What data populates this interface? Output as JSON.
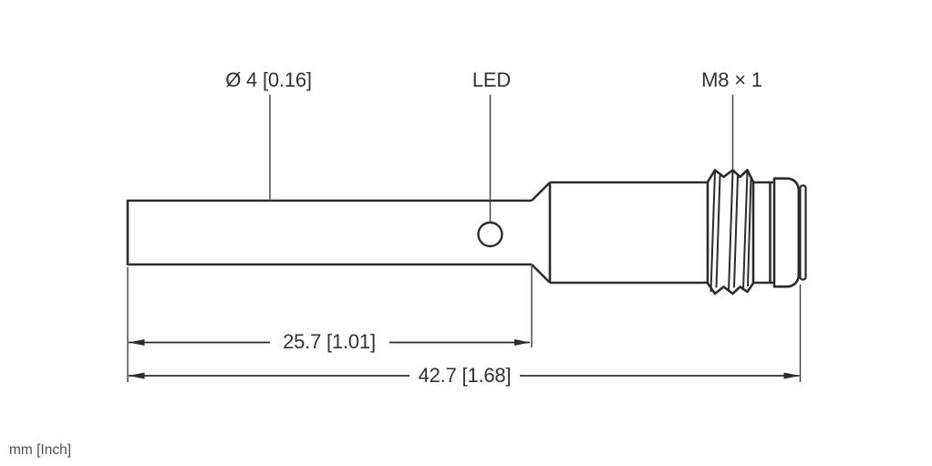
{
  "labels": {
    "diameter": "Ø 4 [0.16]",
    "led": "LED",
    "thread": "M8 × 1"
  },
  "dimensions": {
    "barrel_length": "25.7 [1.01]",
    "overall_length": "42.7 [1.68]"
  },
  "units": "mm [Inch]",
  "colors": {
    "line_color": "#2c2c2c",
    "text_color": "#333333",
    "units_color": "#4d4d4d",
    "bg_color": "#ffffff"
  }
}
